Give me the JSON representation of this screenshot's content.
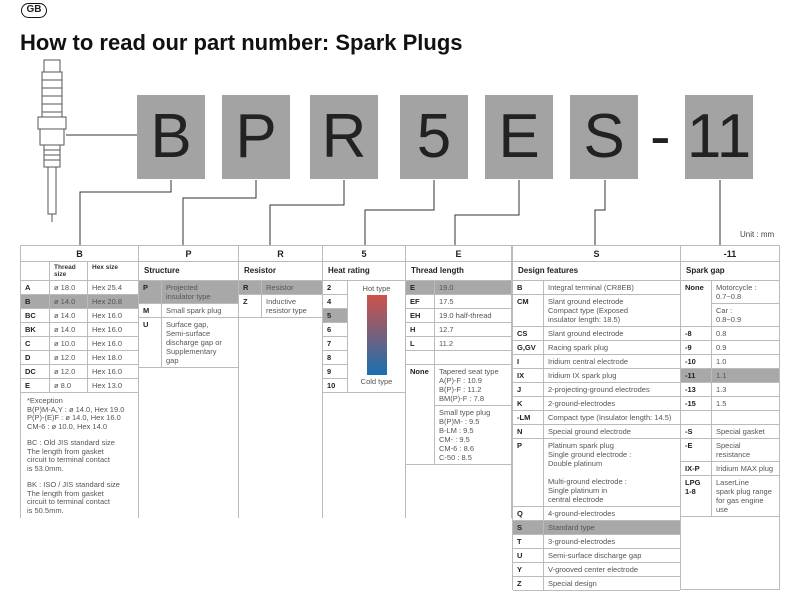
{
  "badge": "GB",
  "title": "How to read our part number: Spark Plugs",
  "part_number": [
    "B",
    "P",
    "R",
    "5",
    "E",
    "S",
    "-",
    "11"
  ],
  "unit": "Unit : mm",
  "columns": {
    "B": {
      "header": "B",
      "sub": [
        "",
        "Thread size",
        "Hex size"
      ],
      "rows": [
        [
          "A",
          "ø 18.0",
          "Hex 25.4",
          false
        ],
        [
          "B",
          "ø 14.0",
          "Hex 20.8",
          true
        ],
        [
          "BC",
          "ø 14.0",
          "Hex 16.0",
          false
        ],
        [
          "BK",
          "ø 14.0",
          "Hex 16.0",
          false
        ],
        [
          "C",
          "ø 10.0",
          "Hex 16.0",
          false
        ],
        [
          "D",
          "ø 12.0",
          "Hex 18.0",
          false
        ],
        [
          "DC",
          "ø 12.0",
          "Hex 16.0",
          false
        ],
        [
          "E",
          "ø 8.0",
          "Hex 13.0",
          false
        ]
      ],
      "notes": [
        "*Exception\n B(P)M-A,Y : ø 14.0, Hex 19.0\n P(P)-(E)F : ø 14.0, Hex 16.0\n CM-6 : ø 10.0, Hex 14.0",
        "BC : Old JIS standard size\n      The length from gasket\n      circuit to terminal contact\n      is 53.0mm.",
        "BK : ISO / JIS standard size\n      The length from gasket\n      circuit to terminal contact\n      is 50.5mm."
      ]
    },
    "P": {
      "header": "P",
      "sub": "Structure",
      "rows": [
        [
          "P",
          "Projected\ninsulator type",
          true
        ],
        [
          "M",
          "Small spark plug\n ",
          false
        ],
        [
          "U",
          "Surface gap,\nSemi-surface\ndischarge gap or\nSupplementary\ngap\n ",
          false
        ]
      ]
    },
    "R": {
      "header": "R",
      "sub": "Resistor",
      "rows": [
        [
          "R",
          "Resistor",
          true
        ],
        [
          "Z",
          "Inductive\nresistor type\n ",
          false
        ]
      ]
    },
    "5": {
      "header": "5",
      "sub": "Heat rating",
      "rows": [
        [
          "2",
          false
        ],
        [
          "4",
          false
        ],
        [
          "5",
          true
        ],
        [
          "6",
          false
        ],
        [
          "7",
          false
        ],
        [
          "8",
          false
        ],
        [
          "9",
          false
        ],
        [
          "10",
          false
        ]
      ],
      "hot": "Hot type",
      "cold": "Cold type",
      "hot_color": "#d0524a",
      "cold_color": "#1a6fb0"
    },
    "E": {
      "header": "E",
      "sub": "Thread length",
      "rows": [
        [
          "E",
          "19.0",
          true
        ],
        [
          "EF",
          "17.5",
          false
        ],
        [
          "EH",
          "19.0 half-thread",
          false
        ],
        [
          "H",
          "12.7",
          false
        ],
        [
          "L",
          "11.2",
          false
        ],
        [
          "",
          "",
          false
        ]
      ],
      "none": "None",
      "none_rows": [
        "Tapered seat type\nA(P)-F : 10.9\nB(P)-F : 11.2\nBM(P)-F : 7.8",
        "Small type plug\nB(P)M- : 9.5\nB-LM : 9.5\nCM- : 9.5\nCM-6 : 8.6\nC-50 : 8.5"
      ]
    },
    "S": {
      "header": "S",
      "sub": "Design features",
      "rows": [
        [
          "B",
          "Integral terminal (CR8EB)",
          false
        ],
        [
          "CM",
          "Slant ground electrode\nCompact type (Exposed\ninsulator length: 18.5)",
          false
        ],
        [
          "CS",
          "Slant ground electrode",
          false
        ],
        [
          "G,GV",
          "Racing spark plug",
          false
        ],
        [
          "I",
          "Iridium central electrode",
          false
        ],
        [
          "IX",
          "Iridium IX spark plug",
          false
        ],
        [
          "J",
          "2-projecting-ground electrodes",
          false
        ],
        [
          "K",
          "2-ground-electrodes",
          false
        ],
        [
          "-LM",
          "Compact type (Insulator length: 14.5)",
          false
        ],
        [
          "N",
          "Special ground electrode",
          false
        ],
        [
          "P",
          "Platinum spark plug\n   Single ground electrode :\n   Double platinum\n\n   Multi-ground electrode :\n   Single platinum in\n   central electrode\n ",
          false
        ],
        [
          "Q",
          "4-ground-electrodes",
          false
        ],
        [
          "S",
          "Standard type",
          true
        ],
        [
          "T",
          "3-ground-electrodes",
          false
        ],
        [
          "U",
          "Semi-surface discharge gap",
          false
        ],
        [
          "Y",
          "V-grooved center electrode",
          false
        ],
        [
          "Z",
          "Special design",
          false
        ]
      ]
    },
    "gap": {
      "header": "-11",
      "sub": "Spark gap",
      "none": "None",
      "none_rows": [
        "Motorcycle :\n0.7~0.8",
        "Car :\n0.8~0.9"
      ],
      "rows": [
        [
          "-8",
          "0.8",
          false
        ],
        [
          "-9",
          "0.9",
          false
        ],
        [
          "-10",
          "1.0",
          false
        ],
        [
          "-11",
          "1.1",
          true
        ],
        [
          "-13",
          "1.3",
          false
        ],
        [
          "-15",
          "1.5",
          false
        ],
        [
          "",
          "",
          false
        ],
        [
          "-S",
          "Special gasket",
          false
        ],
        [
          "-E",
          "Special resistance",
          false
        ],
        [
          "IX-P",
          "Iridium MAX plug",
          false
        ],
        [
          "LPG\n1-8",
          "LaserLine\nspark plug range\nfor gas engine use",
          false
        ]
      ]
    }
  }
}
